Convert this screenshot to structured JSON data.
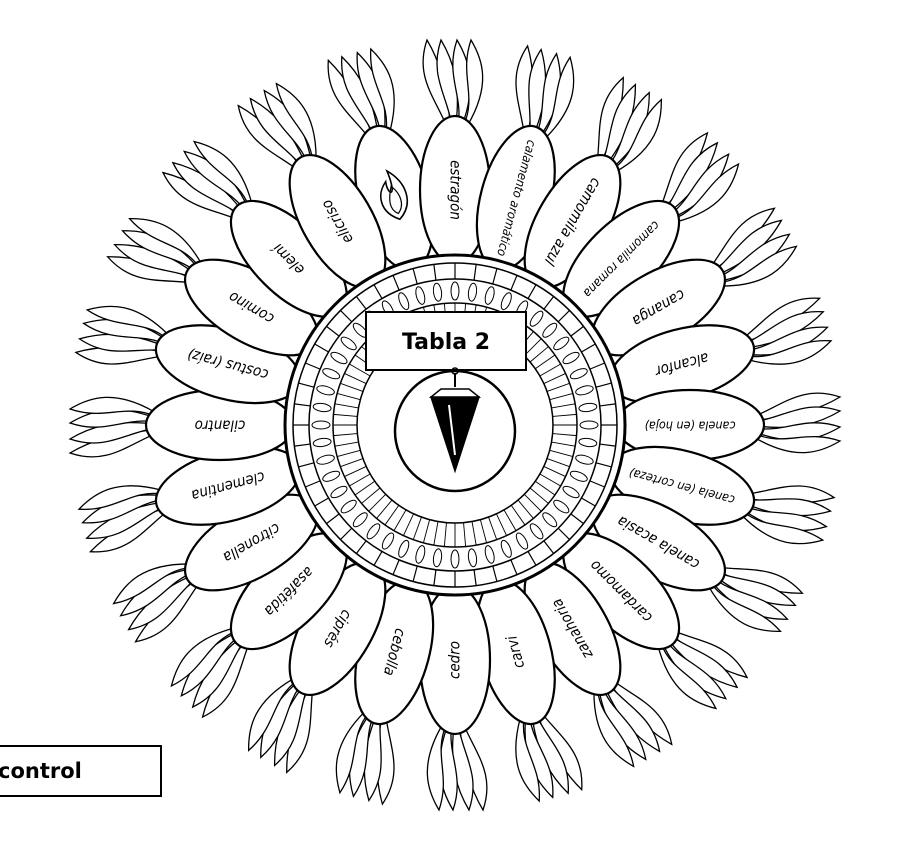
{
  "title": "Tabla 2",
  "control_label": "control",
  "labels": [
    "estragón",
    "calamento aromático",
    "camomila azul",
    "camomila romana",
    "cananga",
    "alcanfor",
    "canela (en hoja)",
    "canela (en corteza)",
    "canela acasia",
    "cardamomo",
    "zanahoria",
    "carvi",
    "cedro",
    "cebolla",
    "ciprés",
    "asafétida",
    "citronella",
    "clementina",
    "cilantro",
    "costus (raíz)",
    "comino",
    "elemí",
    "elicriso"
  ],
  "icons": [
    "flame-icon",
    "pendulum-icon"
  ]
}
